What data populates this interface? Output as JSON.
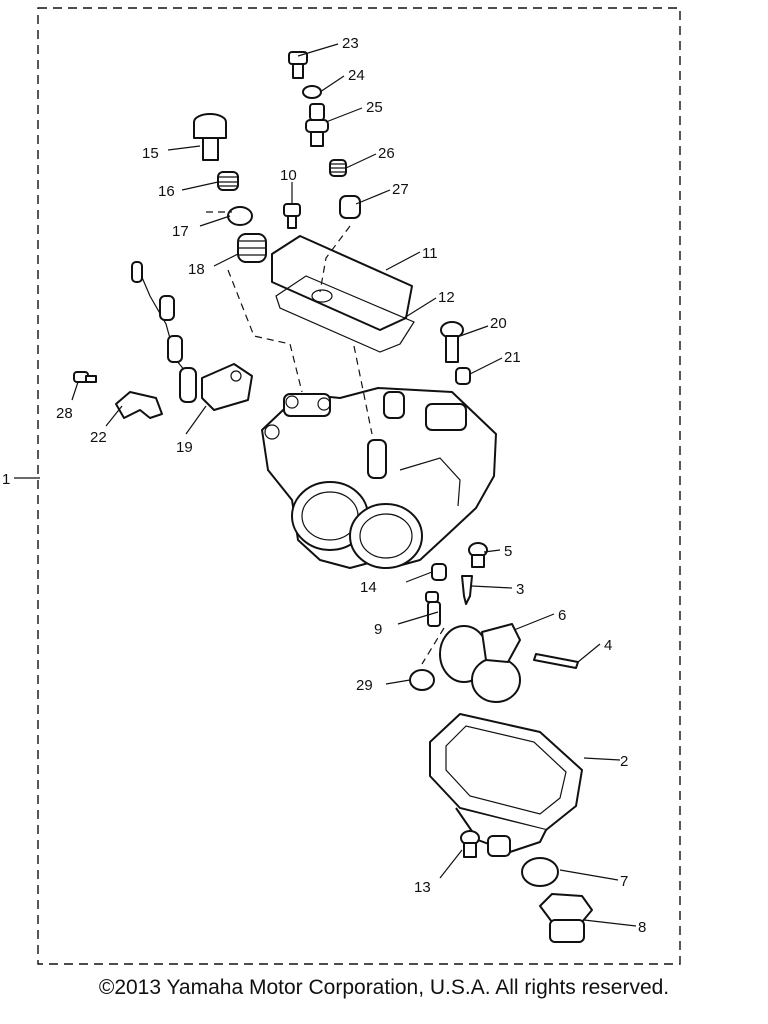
{
  "diagram": {
    "callouts": [
      "1",
      "2",
      "3",
      "4",
      "5",
      "6",
      "7",
      "8",
      "9",
      "10",
      "11",
      "12",
      "13",
      "14",
      "15",
      "16",
      "17",
      "18",
      "19",
      "20",
      "21",
      "22",
      "23",
      "24",
      "25",
      "26",
      "27",
      "28",
      "29"
    ]
  },
  "footer": {
    "copyright": "©2013 Yamaha Motor Corporation, U.S.A. All rights reserved."
  }
}
